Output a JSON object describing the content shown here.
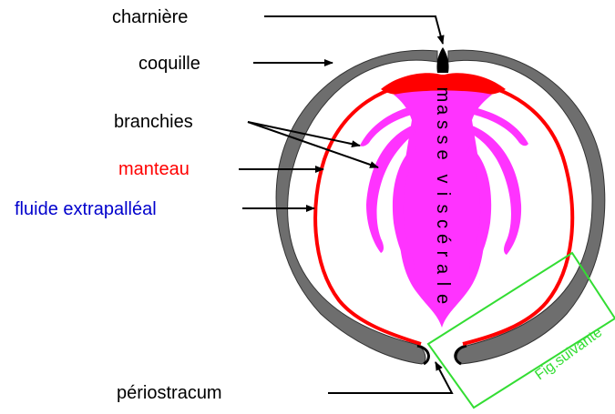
{
  "diagram": {
    "labels": {
      "charniere": "charnière",
      "coquille": "coquille",
      "branchies": "branchies",
      "manteau": "manteau",
      "fluide": "fluide extrapalléal",
      "periostracum": "périostracum",
      "fig_suivante": "Fig.suivante"
    },
    "masse_viscerale_letters": [
      "m",
      "a",
      "s",
      "s",
      "e",
      "v",
      "i",
      "s",
      "c",
      "é",
      "r",
      "a",
      "l",
      "e"
    ],
    "colors": {
      "shell": "#6e6e6e",
      "mantle": "#ff0000",
      "visceral_mass": "#ff33ff",
      "text_default": "#000000",
      "text_manteau": "#ff0000",
      "text_fluide": "#0000cc",
      "box": "#33dd33"
    }
  }
}
